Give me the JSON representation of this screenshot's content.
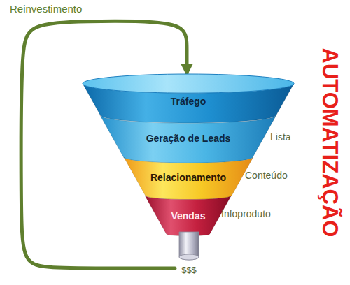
{
  "diagram": {
    "nodes": [
      {
        "text": [
          "Tráfego"
        ]
      },
      {
        "text": [
          "Geração de Leads"
        ]
      },
      {
        "text": [
          "Relacionamento"
        ]
      },
      {
        "text": [
          "Vendas"
        ]
      },
      {
        "text": [
          "$$$"
        ]
      }
    ],
    "edges": [
      {
        "from": 4,
        "to": 0,
        "arrow": "to",
        "label": "Reinvestimento"
      }
    ],
    "labels": [
      "Lista",
      "Conteúdo",
      "Infoproduto",
      "AUTOMATIZAÇÃO"
    ]
  }
}
